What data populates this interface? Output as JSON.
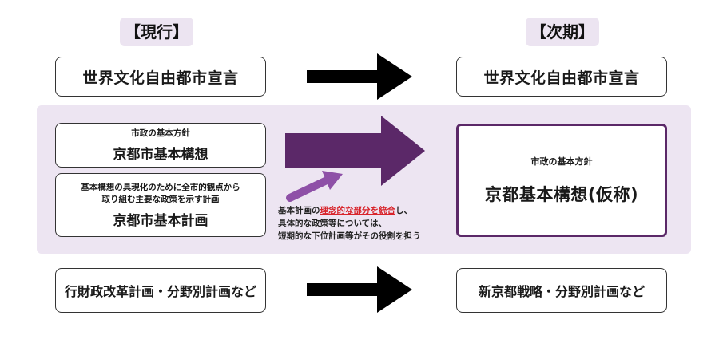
{
  "headers": {
    "current": "【現行】",
    "next": "【次期】"
  },
  "row1": {
    "current": "世界文化自由都市宣言",
    "next": "世界文化自由都市宣言"
  },
  "middle": {
    "plan_box": {
      "sub": "市政の基本方針",
      "title": "京都市基本構想"
    },
    "basic_plan_box": {
      "line1": "基本構想の具現化のために全市的観点から",
      "line2": "取り組む主要な政策を示す計画",
      "title": "京都市基本計画"
    },
    "target_box": {
      "sub": "市政の基本方針",
      "title": "京都基本構想(仮称)"
    },
    "note": {
      "part1": "基本計画の",
      "highlight": "理念的な部分を統合",
      "part2": "し、",
      "line2": "具体的な政策等については、",
      "line3": "短期的な下位計画等がその役割を担う"
    }
  },
  "row3": {
    "current": "行財政改革計画・分野別計画など",
    "next": "新京都戦略・分野別計画など"
  },
  "colors": {
    "band": "#ede5f2",
    "header_bg": "#ece4f1",
    "big_arrow": "#5b2868",
    "small_arrow": "#8e50a7",
    "black_arrow": "#000000",
    "highlight": "#d8232a"
  }
}
